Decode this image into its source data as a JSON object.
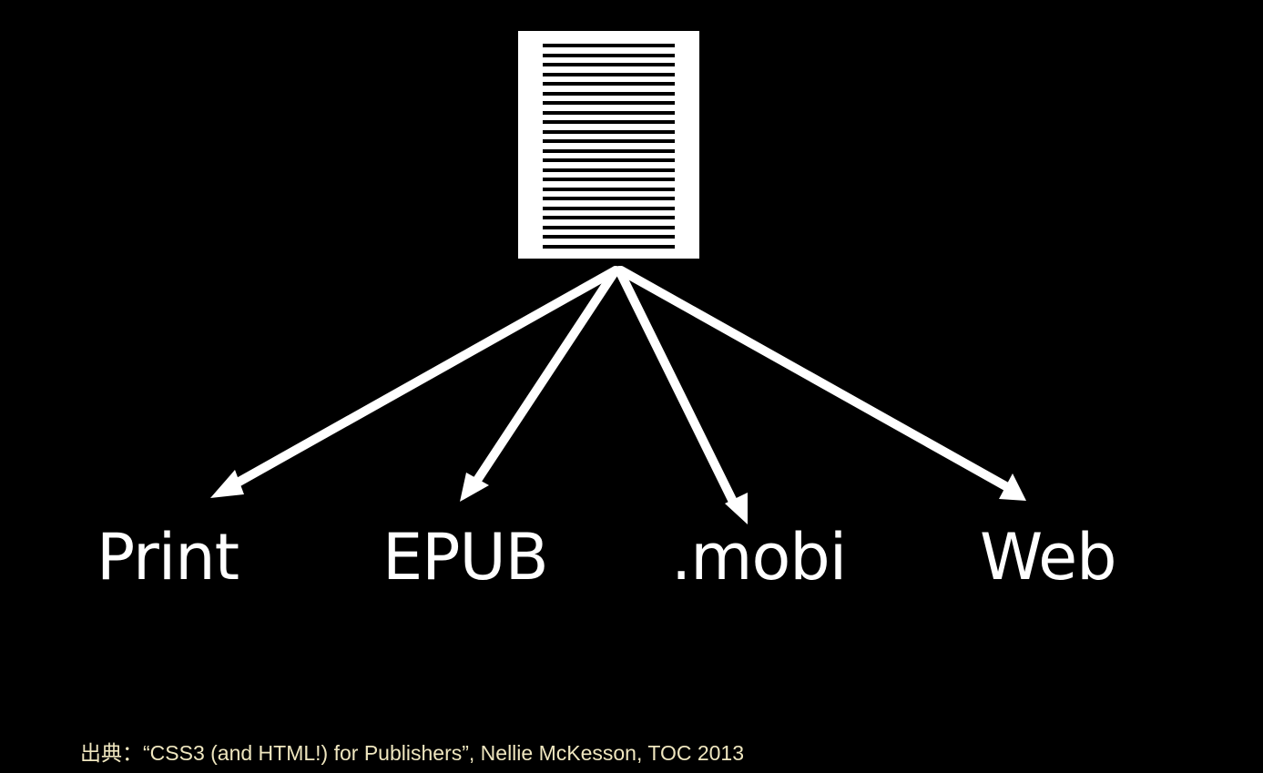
{
  "source_document": {
    "icon": "document-icon",
    "color": "#ffffff"
  },
  "outputs": [
    {
      "label": "Print"
    },
    {
      "label": "EPUB"
    },
    {
      "label": ".mobi"
    },
    {
      "label": "Web"
    }
  ],
  "caption": "出典：“CSS3 (and HTML!) for Publishers”, Nellie McKesson, TOC 2013",
  "colors": {
    "background": "#000000",
    "foreground": "#ffffff",
    "caption": "#efe6bf"
  }
}
